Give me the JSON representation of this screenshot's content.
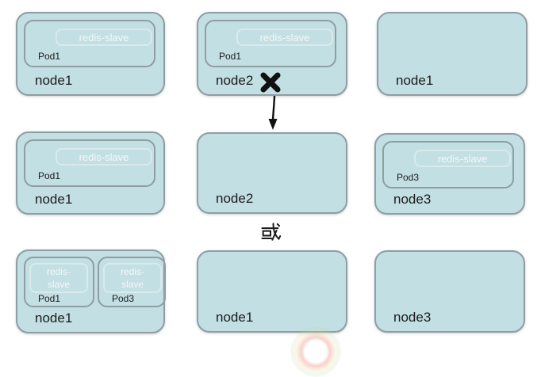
{
  "diagram": {
    "title_semantic": "pod-rescheduling-on-node-failure",
    "or_label": "或",
    "colors": {
      "node_fill": "#c2dfe3",
      "node_border": "#8f9ea2",
      "container_border": "#d9eaeb",
      "container_text": "#f4f8f8",
      "label_text": "#1b1b1b",
      "arrow": "#111111",
      "x_mark": "#111111"
    },
    "nodes": [
      {
        "label": "node1",
        "pods": [
          {
            "label": "Pod1",
            "container": "redis-slave"
          }
        ]
      },
      {
        "label": "node2",
        "failed": true,
        "pods": [
          {
            "label": "Pod1",
            "container": "redis-slave"
          }
        ]
      },
      {
        "label": "node1",
        "pods": []
      },
      {
        "label": "node1",
        "pods": [
          {
            "label": "Pod1",
            "container": "redis-slave"
          }
        ]
      },
      {
        "label": "node2",
        "pods": []
      },
      {
        "label": "node3",
        "pods": [
          {
            "label": "Pod3",
            "container": "redis-slave"
          }
        ]
      },
      {
        "label": "node1",
        "pods": [
          {
            "label": "Pod1",
            "container": "redis-slave"
          },
          {
            "label": "Pod3",
            "container": "redis-slave"
          }
        ]
      },
      {
        "label": "node1",
        "pods": []
      },
      {
        "label": "node3",
        "pods": []
      }
    ]
  }
}
